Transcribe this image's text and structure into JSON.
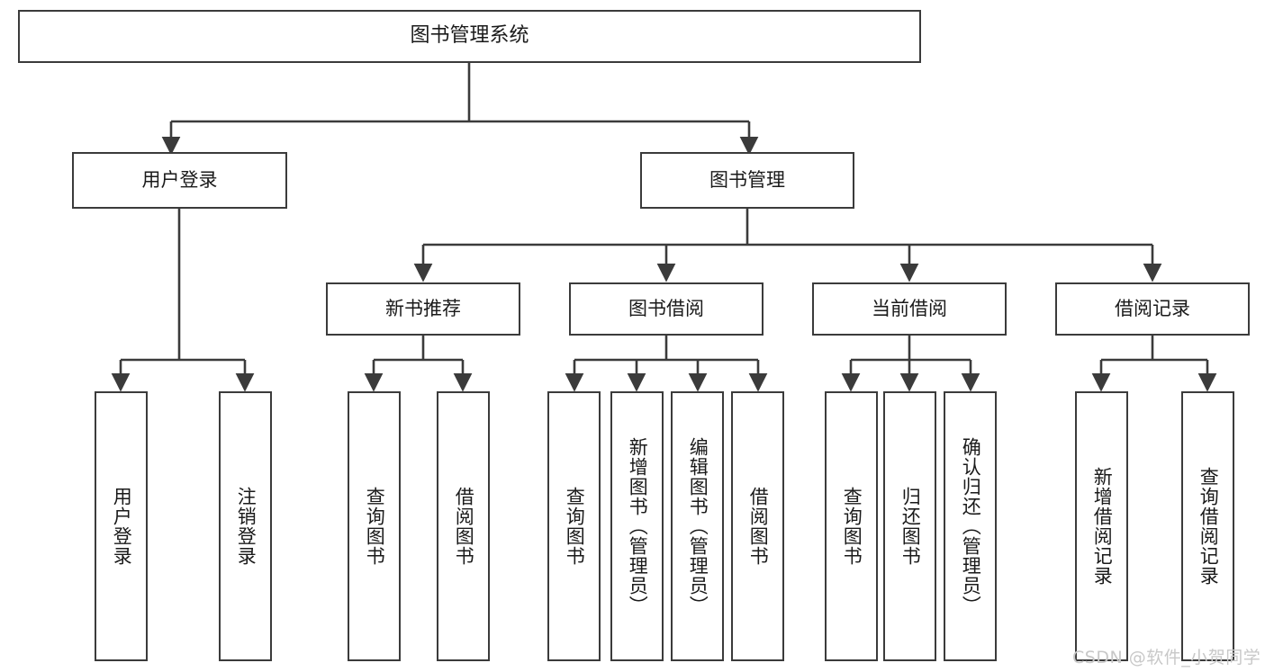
{
  "diagram": {
    "title": "图书管理系统",
    "watermark": "CSDN @软件_小贺同学",
    "line_color": "#3b3b3b",
    "box_fill": "#ffffff",
    "text_color": "#1a1a1a",
    "watermark_color": "#c8c8c8"
  },
  "nodes": {
    "root": {
      "label": "图书管理系统"
    },
    "level2": [
      {
        "label": "用户登录"
      },
      {
        "label": "图书管理"
      }
    ],
    "level3": [
      {
        "label": "新书推荐"
      },
      {
        "label": "图书借阅"
      },
      {
        "label": "当前借阅"
      },
      {
        "label": "借阅记录"
      }
    ],
    "leaves": {
      "user_login": [
        {
          "label": "用户登录"
        },
        {
          "label": "注销登录"
        }
      ],
      "new_book_recommend": [
        {
          "label": "查询图书"
        },
        {
          "label": "借阅图书"
        }
      ],
      "book_borrow": [
        {
          "label": "查询图书"
        },
        {
          "label": "新增图书（管理员）"
        },
        {
          "label": "编辑图书（管理员）"
        },
        {
          "label": "借阅图书"
        }
      ],
      "current_borrow": [
        {
          "label": "查询图书"
        },
        {
          "label": "归还图书"
        },
        {
          "label": "确认归还（管理员）"
        }
      ],
      "borrow_record": [
        {
          "label": "新增借阅记录"
        },
        {
          "label": "查询借阅记录"
        }
      ]
    }
  }
}
